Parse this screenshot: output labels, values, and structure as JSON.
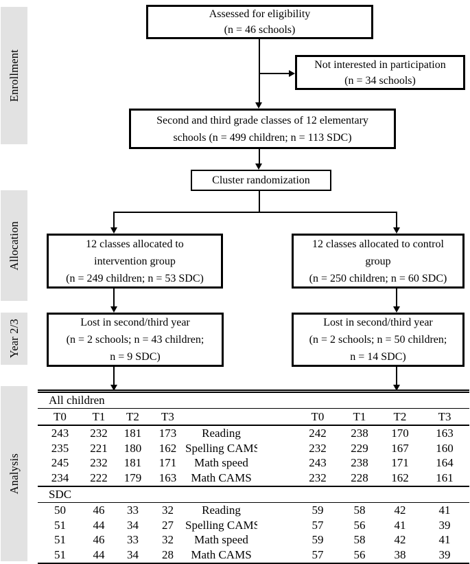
{
  "colors": {
    "background": "#ffffff",
    "line": "#000000",
    "sidebar_bg": "#e2e2e2"
  },
  "sidebar": {
    "sections": [
      {
        "label": "Enrollment"
      },
      {
        "label": "Allocation"
      },
      {
        "label": "Year 2/3"
      },
      {
        "label": "Analysis"
      }
    ]
  },
  "flow": {
    "assessed": "Assessed for eligibility\n(n = 46 schools)",
    "not_interested": "Not interested in participation\n(n = 34 schools)",
    "grade_classes": "Second and third grade classes of 12 elementary\nschools (n = 499 children; n = 113 SDC)",
    "cluster": "Cluster randomization",
    "intervention": "12 classes allocated to\nintervention group\n(n = 249 children; n = 53 SDC)",
    "control": "12 classes allocated to control\ngroup\n(n = 250 children; n = 60 SDC)",
    "lost_intervention": "Lost in second/third year\n(n = 2 schools; n = 43 children;\nn = 9 SDC)",
    "lost_control": "Lost in second/third year\n(n = 2 schools; n = 50 children;\nn = 14 SDC)"
  },
  "table": {
    "section1_title": "All children",
    "section2_title": "SDC",
    "headers_left": [
      "T0",
      "T1",
      "T2",
      "T3"
    ],
    "headers_right": [
      "T0",
      "T1",
      "T2",
      "T3"
    ],
    "all_children": [
      {
        "left": [
          "243",
          "232",
          "181",
          "173"
        ],
        "label": "Reading",
        "right": [
          "242",
          "238",
          "170",
          "163"
        ]
      },
      {
        "left": [
          "235",
          "221",
          "180",
          "162"
        ],
        "label": "Spelling CAMS",
        "right": [
          "232",
          "229",
          "167",
          "160"
        ]
      },
      {
        "left": [
          "245",
          "232",
          "181",
          "171"
        ],
        "label": "Math speed",
        "right": [
          "243",
          "238",
          "171",
          "164"
        ]
      },
      {
        "left": [
          "234",
          "222",
          "179",
          "163"
        ],
        "label": "Math CAMS",
        "right": [
          "232",
          "228",
          "162",
          "161"
        ]
      }
    ],
    "sdc": [
      {
        "left": [
          "50",
          "46",
          "33",
          "32"
        ],
        "label": "Reading",
        "right": [
          "59",
          "58",
          "42",
          "41"
        ]
      },
      {
        "left": [
          "51",
          "44",
          "34",
          "27"
        ],
        "label": "Spelling CAMS",
        "right": [
          "57",
          "56",
          "41",
          "39"
        ]
      },
      {
        "left": [
          "51",
          "46",
          "33",
          "32"
        ],
        "label": "Math speed",
        "right": [
          "59",
          "58",
          "42",
          "41"
        ]
      },
      {
        "left": [
          "51",
          "44",
          "34",
          "28"
        ],
        "label": "Math CAMS",
        "right": [
          "57",
          "56",
          "38",
          "39"
        ]
      }
    ]
  }
}
